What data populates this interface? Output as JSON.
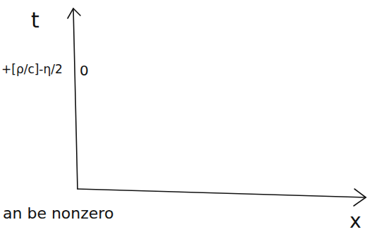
{
  "diagram": {
    "labels": [
      "t",
      "+[ρ/c]-η/2",
      "0",
      "an be nonzero",
      "x"
    ]
  }
}
